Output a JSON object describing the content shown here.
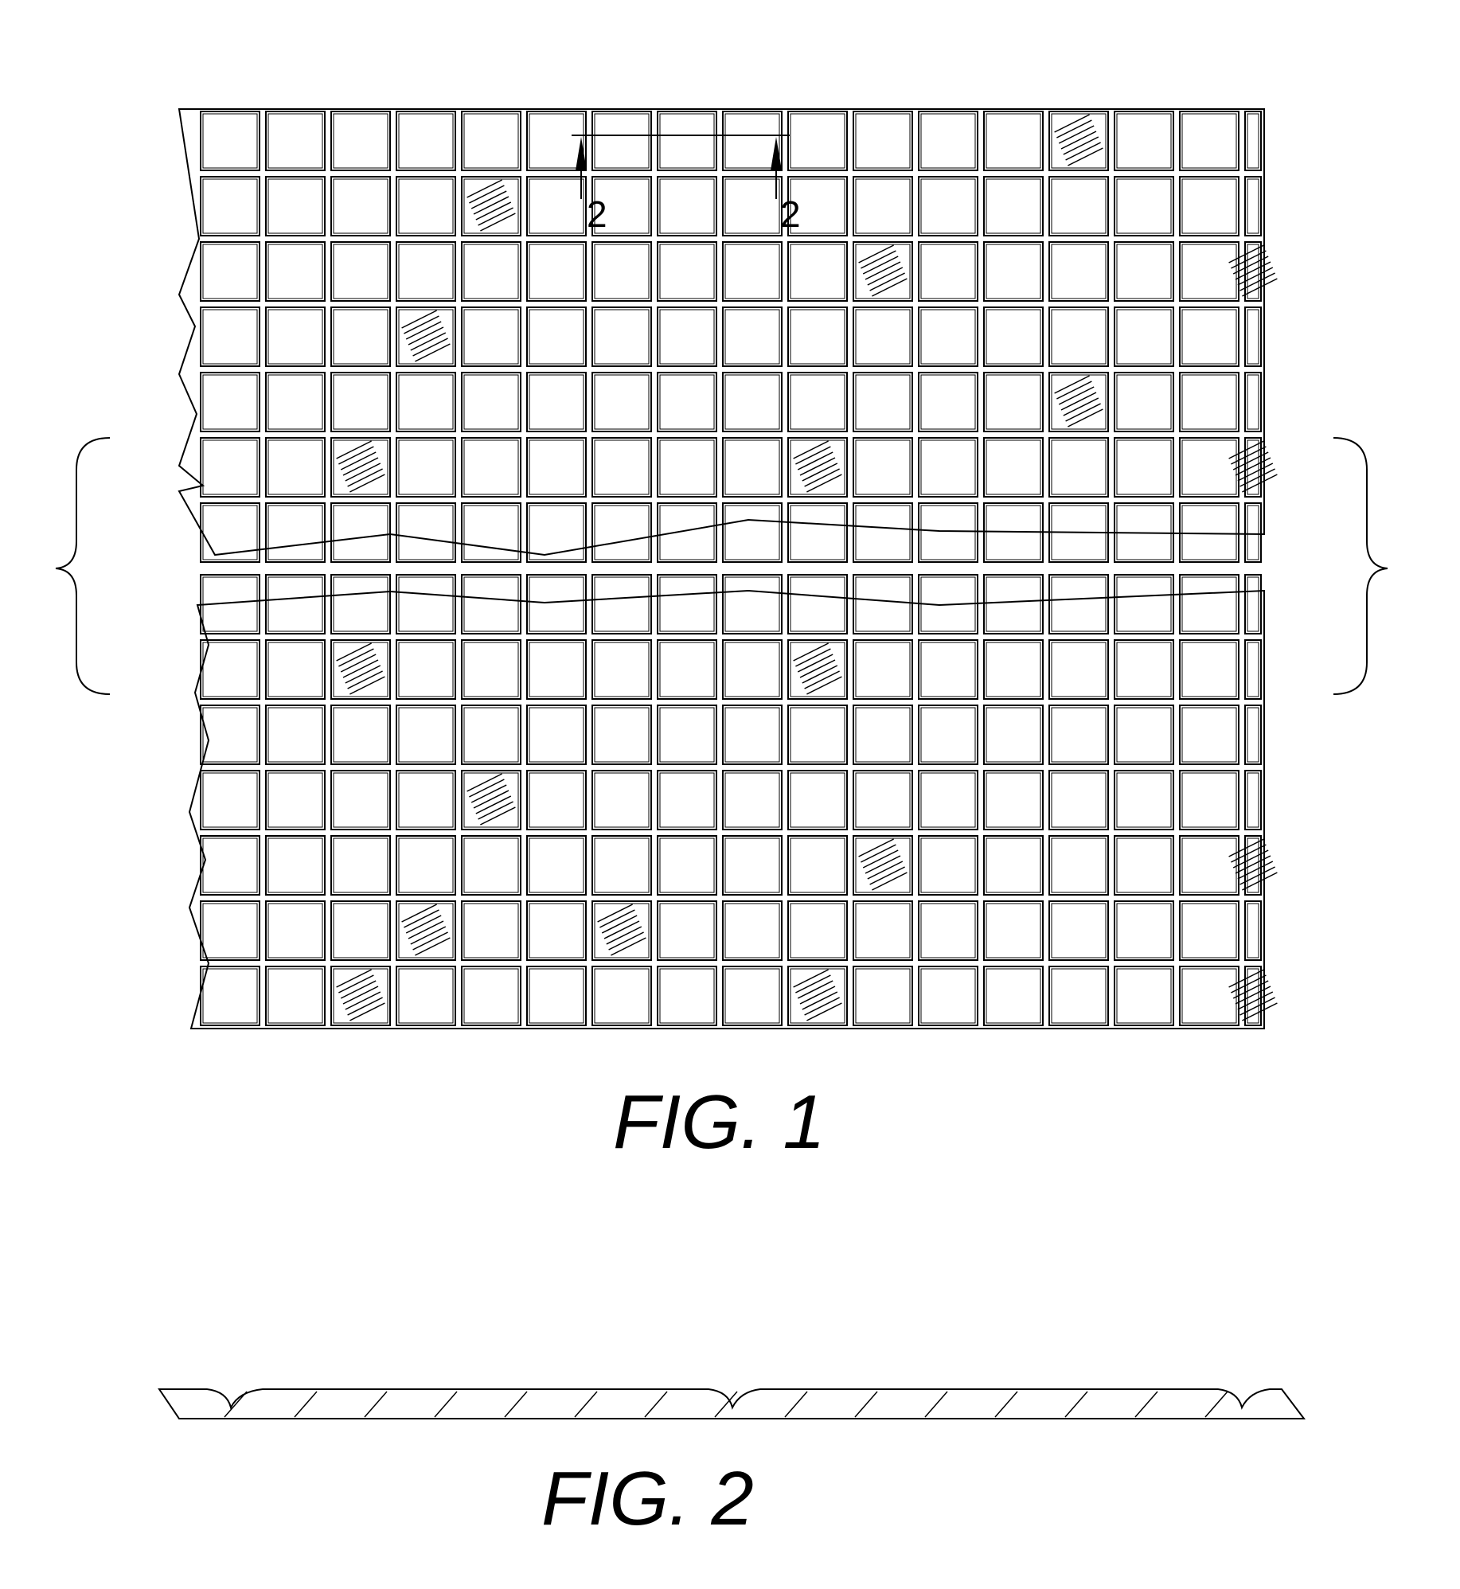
{
  "figure1": {
    "caption": "FIG. 1",
    "section_marker_left": "2",
    "section_marker_right": "2",
    "grid_columns": 17,
    "upper_panel_rows": 7,
    "lower_panel_rows": 7,
    "upper_shaded_tiles": [
      [
        0,
        13
      ],
      [
        1,
        4
      ],
      [
        2,
        10
      ],
      [
        2,
        16
      ],
      [
        3,
        3
      ],
      [
        4,
        13
      ],
      [
        5,
        2
      ],
      [
        5,
        9
      ],
      [
        5,
        16
      ]
    ],
    "lower_shaded_tiles": [
      [
        1,
        2
      ],
      [
        1,
        9
      ],
      [
        3,
        4
      ],
      [
        4,
        10
      ],
      [
        4,
        16
      ],
      [
        5,
        3
      ],
      [
        5,
        6
      ],
      [
        6,
        2
      ],
      [
        6,
        9
      ],
      [
        6,
        16
      ]
    ]
  },
  "figure2": {
    "caption": "FIG. 2"
  },
  "colors": {
    "line": "#000000",
    "background": "#ffffff"
  }
}
